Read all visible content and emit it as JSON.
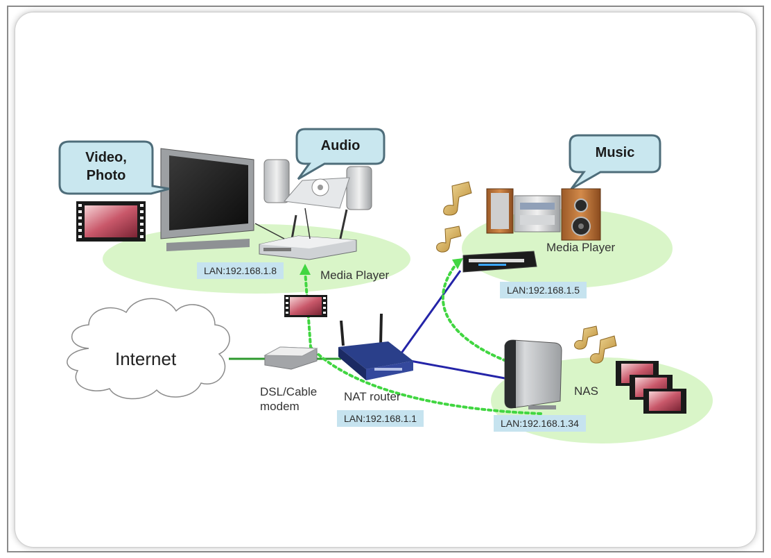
{
  "bubbles": {
    "video_photo": [
      "Video,",
      "Photo"
    ],
    "audio": "Audio",
    "music": "Music"
  },
  "internet": "Internet",
  "modem": [
    "DSL/Cable",
    "modem"
  ],
  "router": "NAT router",
  "media_player_left": "Media Player",
  "media_player_right": "Media Player",
  "nas": "NAS",
  "lan": {
    "left_player": "LAN:192.168.1.8",
    "right_player": "LAN:192.168.1.5",
    "router": "LAN:192.168.1.1",
    "nas": "LAN:192.168.1.34"
  },
  "colors": {
    "ellipse": "#d9f5c8",
    "bubble_fill": "#c9e7ef",
    "bubble_stroke": "#4e6d7a",
    "wire_green": "#2e9a2e",
    "wire_blue": "#2424a8",
    "dotted_green": "#41d641",
    "lan_box": "#c6e3ef"
  }
}
